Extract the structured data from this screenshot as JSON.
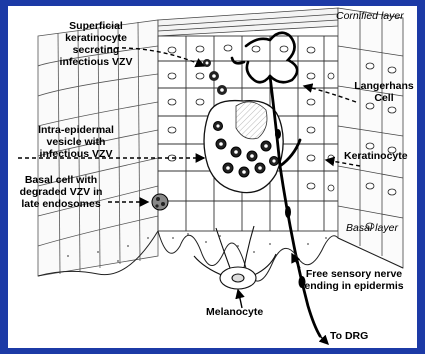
{
  "labels": {
    "cornified_layer": "Cornified layer",
    "superficial_keratinocyte": "Superficial\nkeratinocyte\nsecreting\ninfectious VZV",
    "langerhans": "Langerhans\nCell",
    "intra_epidermal": "Intra-epidermal\nvesicle with\ninfectious VZV",
    "keratinocyte": "Keratinocyte",
    "basal_cell": "Basal cell with\ndegraded VZV in\nlate endosomes",
    "basal_layer": "Basal layer",
    "free_nerve": "Free sensory nerve\nending in epidermis",
    "melanocyte": "Melanocyte",
    "to_drg": "To DRG"
  },
  "colors": {
    "border": "#1c3aa6",
    "ink": "#000000",
    "background": "#ffffff"
  }
}
